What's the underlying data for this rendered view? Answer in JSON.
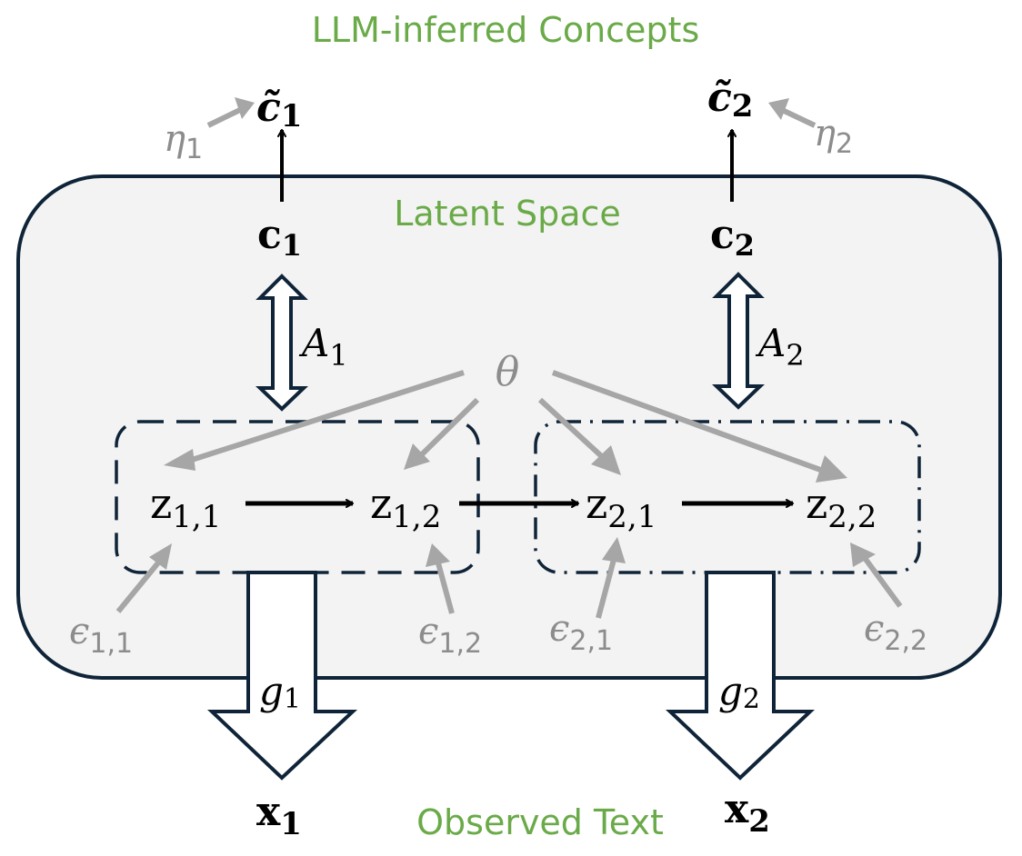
{
  "labels": {
    "top": "LLM-inferred Concepts",
    "latent": "Latent Space",
    "bottom": "Observed Text"
  },
  "colors": {
    "frame_stroke": "#0f2438",
    "latent_fill": "#f3f3f3",
    "label_green": "#6aaa48",
    "grey_arrow": "#a6a6a6",
    "grey_text": "#8c8c8c"
  },
  "concepts": {
    "c1_tilde": {
      "base": "c̃",
      "sub": "1"
    },
    "c2_tilde": {
      "base": "c̃",
      "sub": "2"
    },
    "c1": {
      "base": "c",
      "sub": "1"
    },
    "c2": {
      "base": "c",
      "sub": "2"
    }
  },
  "noise": {
    "eta1": {
      "base": "η",
      "sub": "1"
    },
    "eta2": {
      "base": "η",
      "sub": "2"
    },
    "eps11": {
      "base": "ϵ",
      "sub": "1,1"
    },
    "eps12": {
      "base": "ϵ",
      "sub": "1,2"
    },
    "eps21": {
      "base": "ϵ",
      "sub": "2,1"
    },
    "eps22": {
      "base": "ϵ",
      "sub": "2,2"
    }
  },
  "mixing": {
    "A1": {
      "base": "A",
      "sub": "1"
    },
    "A2": {
      "base": "A",
      "sub": "2"
    },
    "theta": "θ"
  },
  "latents": {
    "z11": {
      "base": "z",
      "sub": "1,1"
    },
    "z12": {
      "base": "z",
      "sub": "1,2"
    },
    "z21": {
      "base": "z",
      "sub": "2,1"
    },
    "z22": {
      "base": "z",
      "sub": "2,2"
    }
  },
  "generators": {
    "g1": {
      "base": "g",
      "sub": "1"
    },
    "g2": {
      "base": "g",
      "sub": "2"
    }
  },
  "observed": {
    "x1": {
      "base": "x",
      "sub": "1"
    },
    "x2": {
      "base": "x",
      "sub": "2"
    }
  }
}
